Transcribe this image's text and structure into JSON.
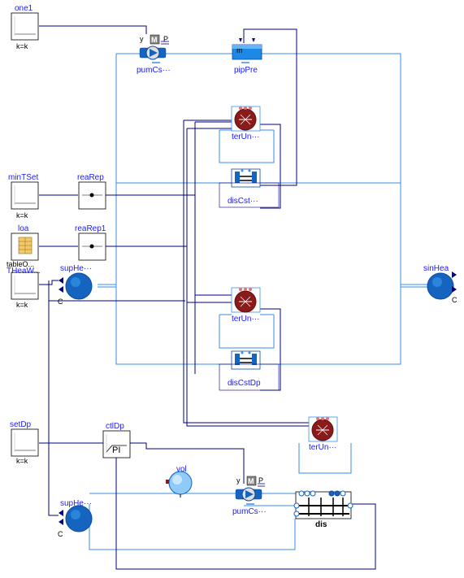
{
  "colors": {
    "signal": "#000080",
    "fluid": "#3a8ee6",
    "label": "#1a1aff",
    "terminal_unit": "#9b1c1c",
    "boundary": "#1565c0"
  },
  "blocks": {
    "one1": {
      "name": "one1",
      "param": "k=k"
    },
    "minTSet": {
      "name": "minTSet",
      "param": "k=k"
    },
    "loa": {
      "name": "loa",
      "sub": "tableO..."
    },
    "THeaWat": {
      "name": "THeaW...",
      "param": "k=k"
    },
    "setDp": {
      "name": "setDp",
      "param": "k=k"
    },
    "reaRep": {
      "name": "reaRep"
    },
    "reaRep1": {
      "name": "reaRep1"
    },
    "ctlDp": {
      "name": "ctlDp",
      "inner": "PI"
    },
    "pumCst_top": {
      "name": "pumCs···",
      "y": "y",
      "m": "M",
      "p": "P"
    },
    "pumCst_bot": {
      "name": "pumCs···",
      "y": "y",
      "m": "M",
      "p": "P"
    },
    "pipPre": {
      "name": "pipPre",
      "inner": "m"
    },
    "terUni1": {
      "name": "terUn···"
    },
    "terUni2": {
      "name": "terUn···"
    },
    "terUni3": {
      "name": "terUn···"
    },
    "disCst1": {
      "name": "disCst···"
    },
    "disCstDp": {
      "name": "disCstDp"
    },
    "supHea1": {
      "name": "supHe···",
      "c": "C"
    },
    "supHea2": {
      "name": "supHe···",
      "c": "C"
    },
    "sinHea": {
      "name": "sinHea",
      "c": "C"
    },
    "vol": {
      "name": "vol"
    },
    "dis": {
      "name": "dis"
    }
  }
}
